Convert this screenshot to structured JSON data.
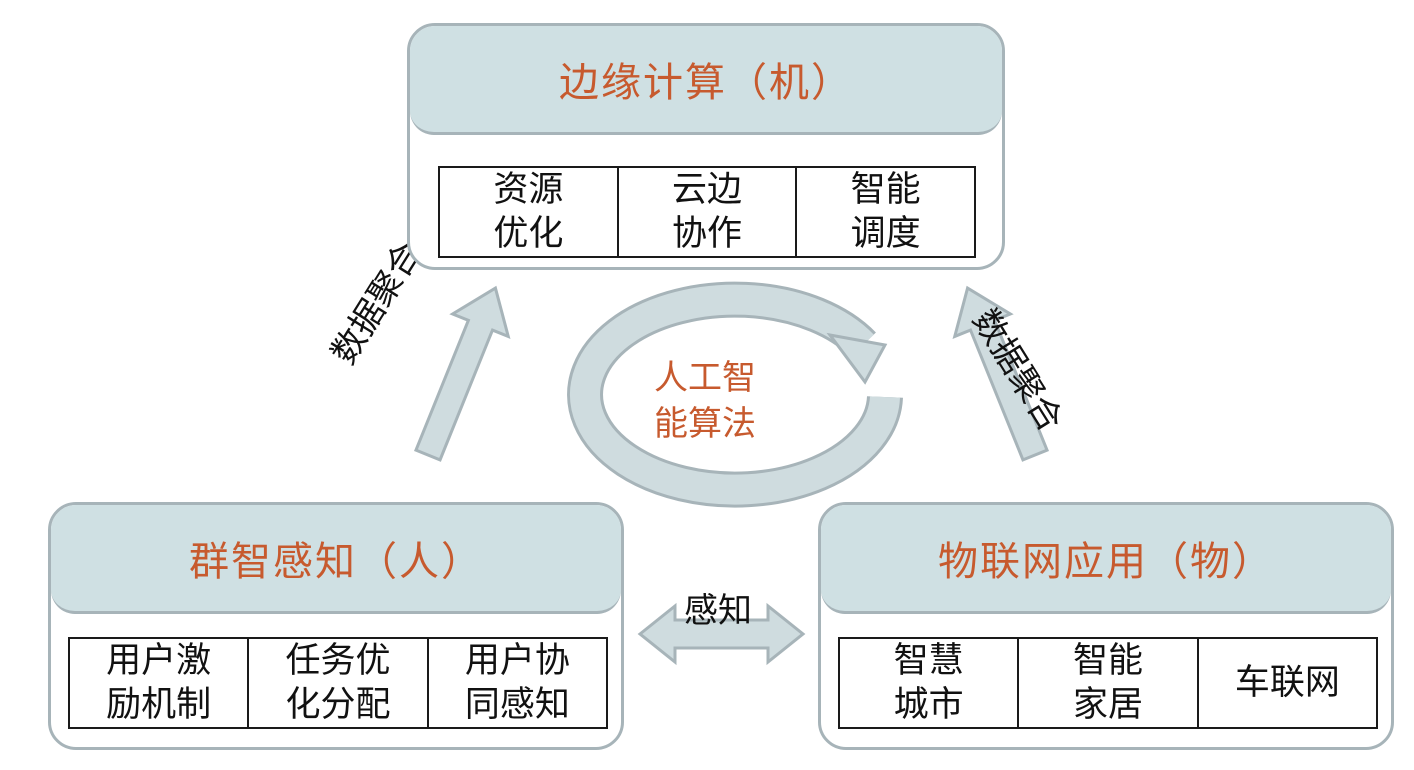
{
  "nodes": {
    "edge": {
      "title": "边缘计算（机）",
      "items": [
        "资源\n优化",
        "云边\n协作",
        "智能\n调度"
      ]
    },
    "crowd": {
      "title": "群智感知（人）",
      "items": [
        "用户激\n励机制",
        "任务优\n化分配",
        "用户协\n同感知"
      ]
    },
    "iot": {
      "title": "物联网应用（物）",
      "items": [
        "智慧\n城市",
        "智能\n家居",
        "车联网"
      ]
    }
  },
  "center": {
    "label": "人工智\n能算法"
  },
  "edges": {
    "left": {
      "label": "数据聚合"
    },
    "right": {
      "label": "数据聚合"
    },
    "bottom": {
      "label": "感知"
    }
  },
  "colors": {
    "header_fill": "#cfe0e3",
    "outline": "#a7b4b9",
    "title_text": "#c75a2e",
    "arrow_fill": "#cfdcdf"
  }
}
